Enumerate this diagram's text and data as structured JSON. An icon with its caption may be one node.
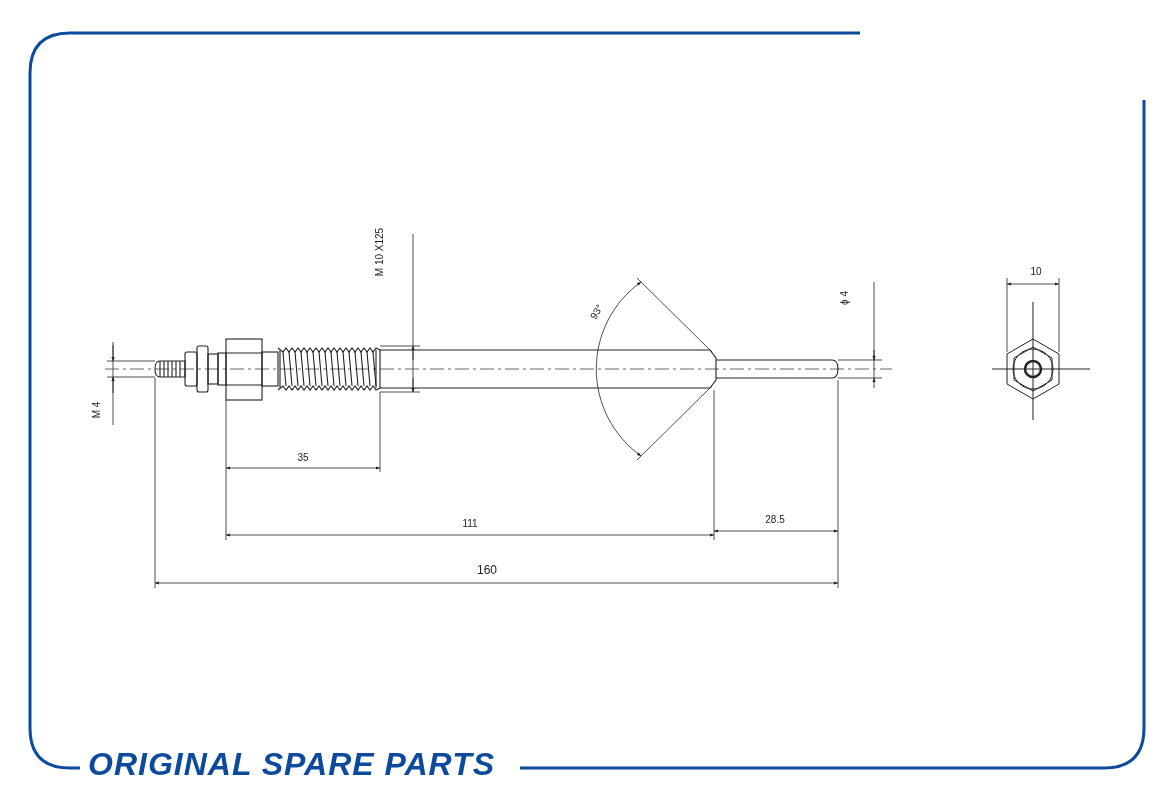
{
  "diagram": {
    "labels": [
      "M 10 X125",
      "93°",
      "ϕ 4",
      "10",
      "M 4",
      "35",
      "111",
      "28.5",
      "160",
      "ORIGINAL SPARE PARTS"
    ]
  }
}
